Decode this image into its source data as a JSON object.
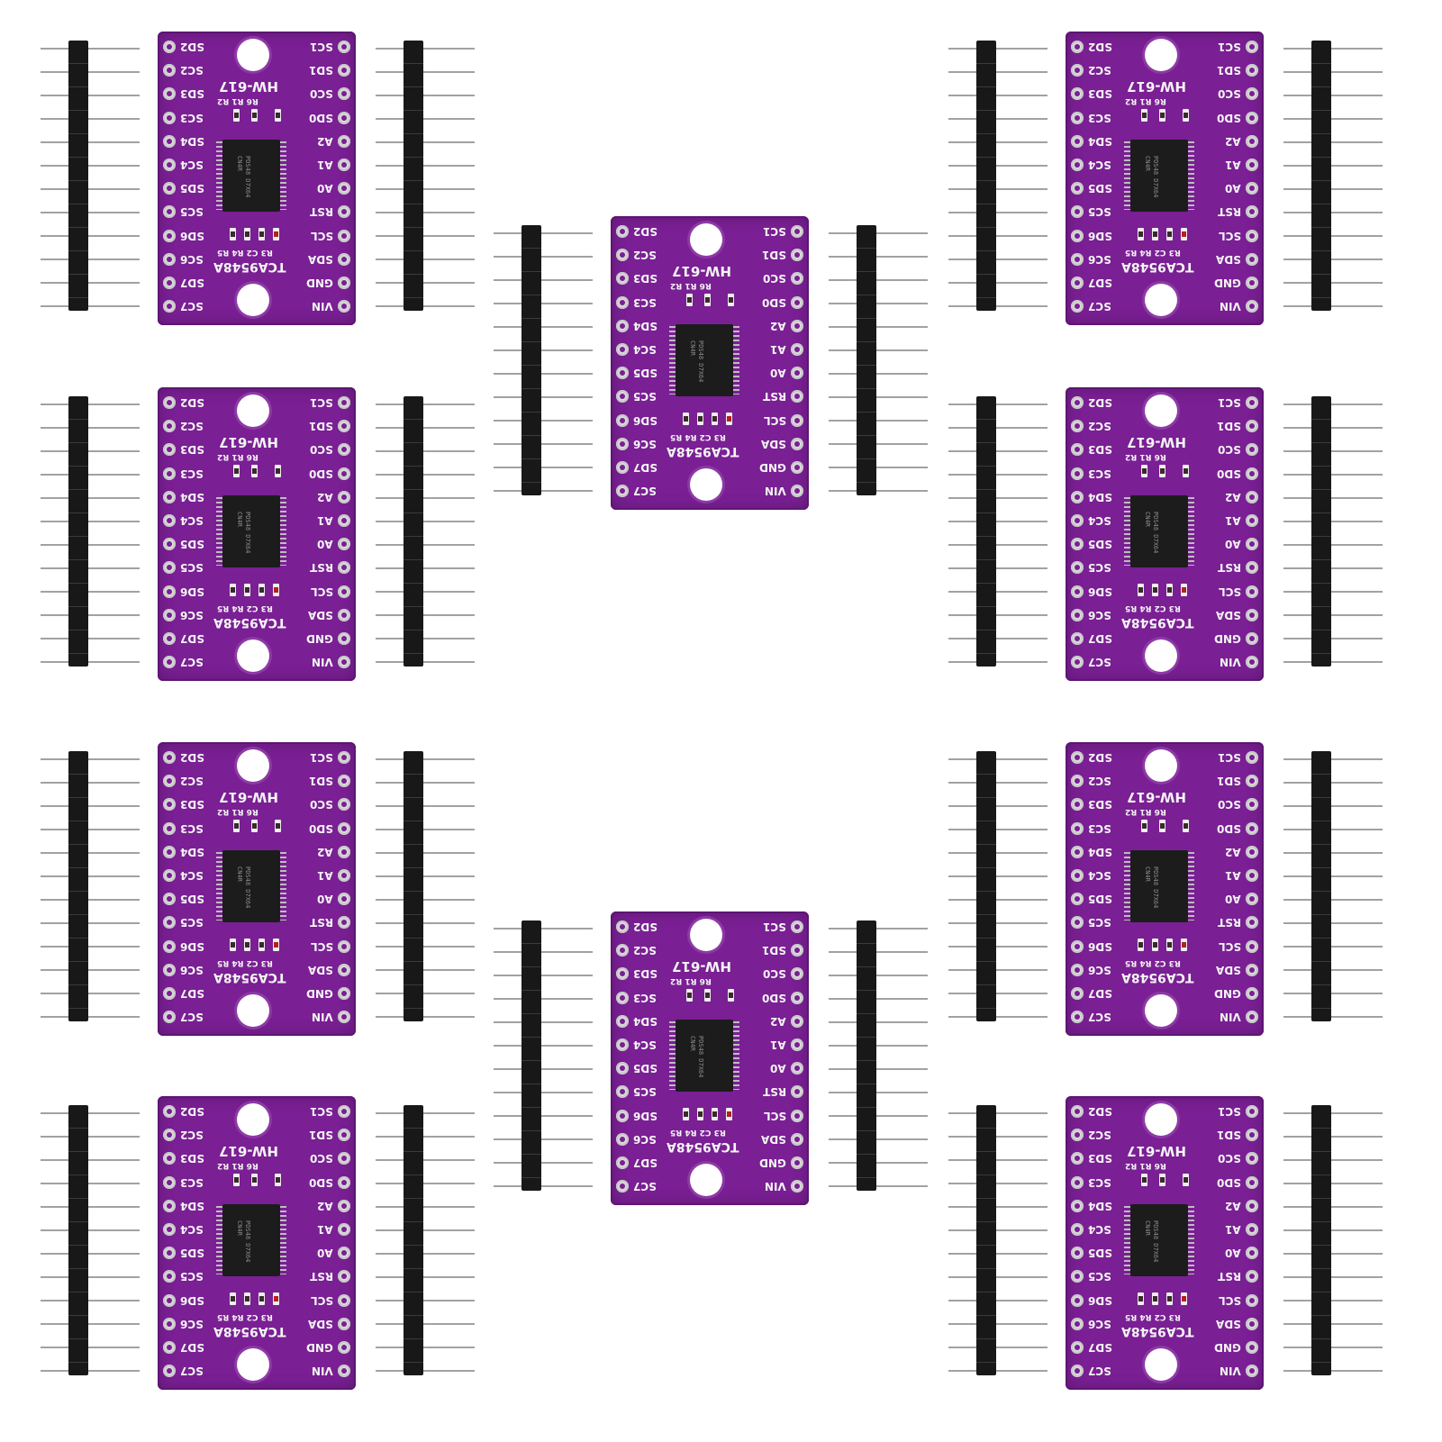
{
  "board": {
    "brand": "HW-617",
    "model": "TCA9548A",
    "left_pins": [
      "SD2",
      "SC2",
      "SD3",
      "SC3",
      "SD4",
      "SC4",
      "SD5",
      "SC5",
      "SD6",
      "SC6",
      "SD7",
      "SC7"
    ],
    "right_pins": [
      "SC1",
      "SD1",
      "SC0",
      "SD0",
      "A2",
      "A1",
      "A0",
      "RST",
      "SCL",
      "SDA",
      "GND",
      "VIN"
    ],
    "resistor_labels_top": "R6 R1 R2",
    "resistor_labels_bottom": "R3 C2 R4 R5",
    "chip_marking": "PDS48 D7X64 CN4R"
  },
  "colors": {
    "pcb": "#7a1f94",
    "pad": "#d9d9d9",
    "header": "#181818",
    "pin": "#8a8a8a",
    "background": "#ffffff"
  },
  "unit_count": 10
}
